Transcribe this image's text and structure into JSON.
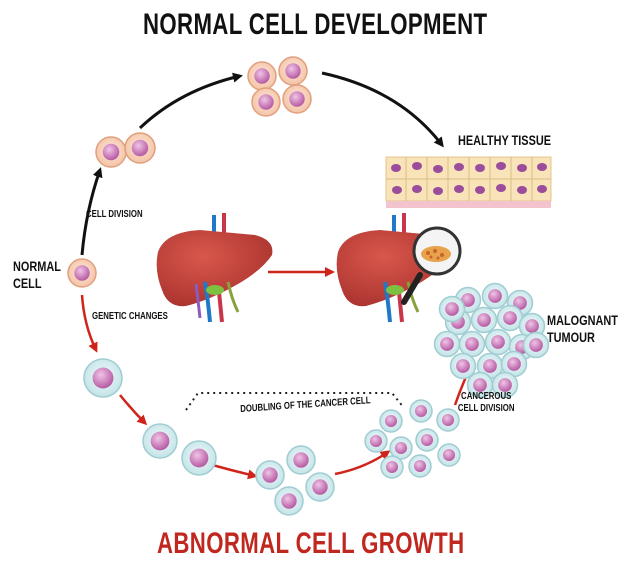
{
  "titles": {
    "top": "NORMAL CELL DEVELOPMENT",
    "bottom": "ABNORMAL CELL GROWTH"
  },
  "labels": {
    "normal_cell_line1": "NORMAL",
    "normal_cell_line2": "CELL",
    "cell_division": "CELL DIVISION",
    "genetic_changes": "GENETIC CHANGES",
    "healthy_tissue": "HEALTHY TISSUE",
    "malignant_line1": "MALOGNANT",
    "malignant_line2": "TUMOUR",
    "doubling": "DOUBLING OF THE CANCER CELL",
    "cancerous_line1": "CANCEROUS",
    "cancerous_line2": "CELL DIVISION"
  },
  "colors": {
    "normal_cell_fill": "#f7d3bc",
    "normal_cell_stroke": "#e0a07e",
    "nucleus": "#d98fc9",
    "cancer_cell_fill": "#d3ecee",
    "cancer_cell_stroke": "#9fcdd2",
    "liver": "#c3403a",
    "red_arrow": "#d0241b",
    "black_arrow": "#111111",
    "title_red": "#c0281f"
  },
  "icons": [
    "liver-icon",
    "magnifier-icon",
    "tissue-icon",
    "cell-icon"
  ]
}
